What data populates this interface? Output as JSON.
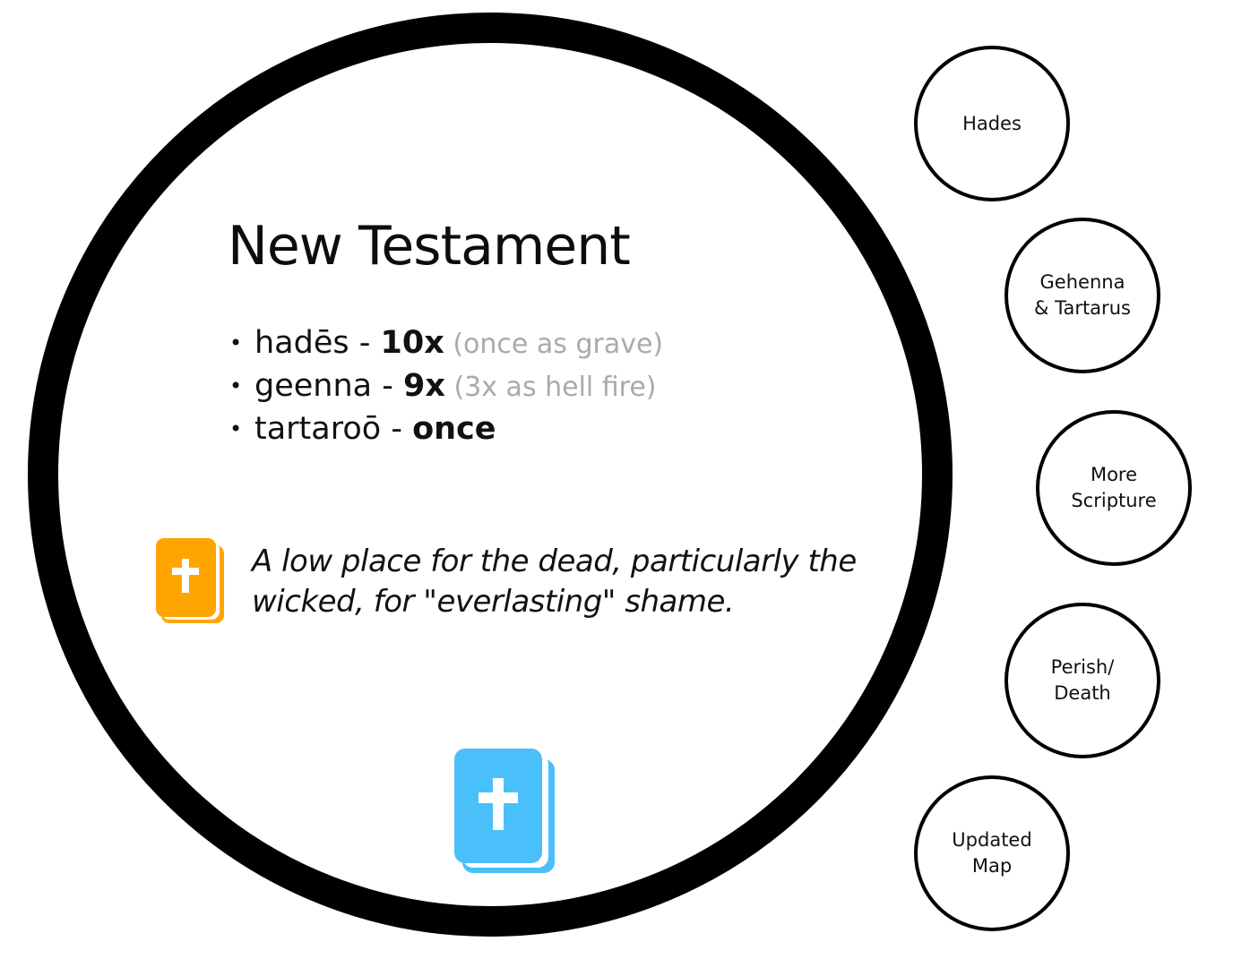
{
  "title": "New Testament",
  "terms": [
    {
      "word": "hadēs",
      "separator": " - ",
      "count": "10x",
      "note": " (once as grave)"
    },
    {
      "word": "geenna",
      "separator": " - ",
      "count": "9x",
      "note": " (3x as hell fire)"
    },
    {
      "word": "tartaroō",
      "separator": " - ",
      "count": "once",
      "note": ""
    }
  ],
  "definition": "A low place for the dead, particularly the wicked, for \"everlasting\" shame.",
  "icons": {
    "definition_icon": "bible-icon",
    "button_icon": "bible-icon"
  },
  "colors": {
    "definition_icon": "#FFA500",
    "button_icon": "#4AC0FA",
    "ring": "#000000",
    "note": "#AAAAAA"
  },
  "nav": [
    {
      "label": "Hades"
    },
    {
      "label": "Gehenna\n& Tartarus"
    },
    {
      "label": "More\nScripture"
    },
    {
      "label": "Perish/\nDeath"
    },
    {
      "label": "Updated\nMap"
    }
  ]
}
